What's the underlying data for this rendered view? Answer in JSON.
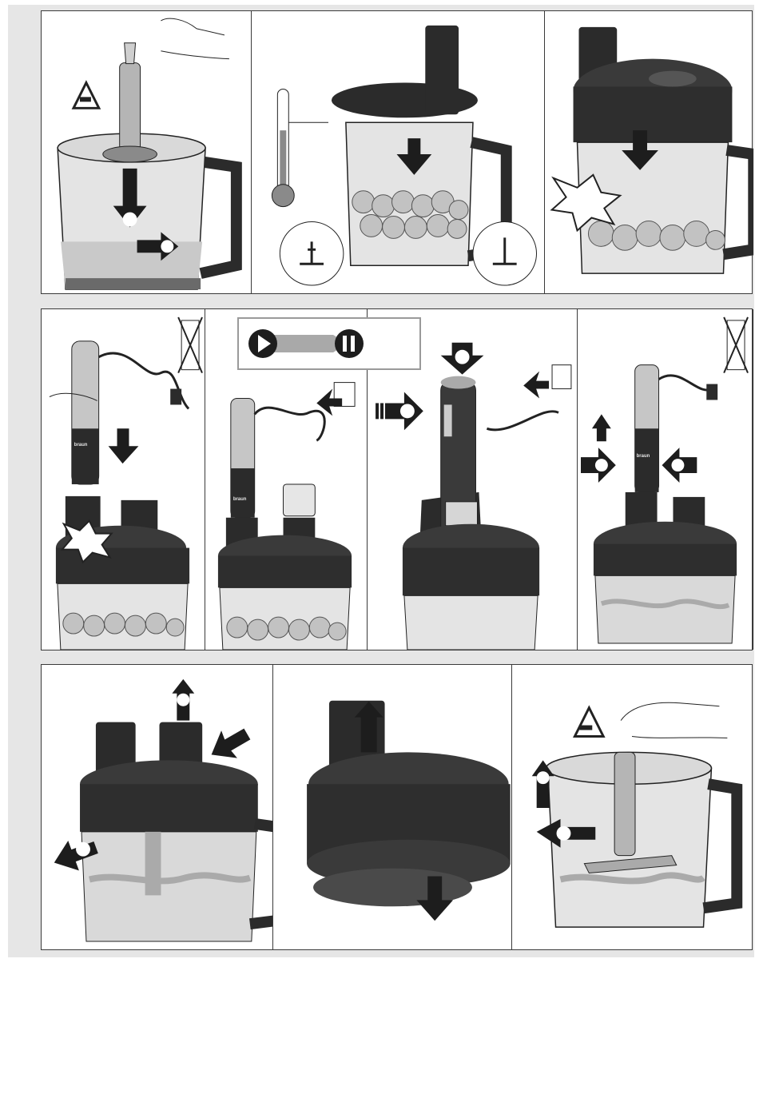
{
  "document": {
    "brand_mark_1": "braun",
    "brand_mark_2": "braun",
    "brand_mark_3": "braun"
  },
  "colors": {
    "sheet": "#e6e6e6",
    "dark": "#2b2b2b",
    "mid": "#8a8a8a",
    "light": "#d4d4d4",
    "water": "#bdbdbd"
  },
  "icons": [
    "cut-warning-icon",
    "thermometer-icon",
    "blade-shaft-icon",
    "no-dishwasher-icon",
    "play-icon",
    "pause-icon",
    "arrow-icon",
    "impact-star-icon",
    "power-plug-icon"
  ]
}
